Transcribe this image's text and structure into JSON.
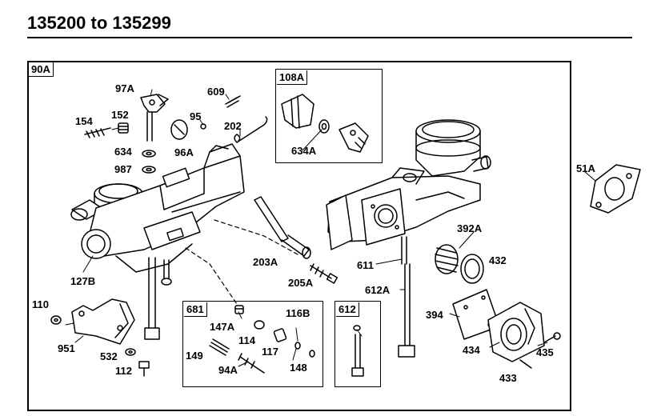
{
  "title": "135200 to 135299",
  "frame_label": "90A",
  "inset_boxes": {
    "b108a": "108A",
    "b681": "681",
    "b612": "612"
  },
  "parts": {
    "p97a": "97A",
    "p609": "609",
    "p154": "154",
    "p152": "152",
    "p95": "95",
    "p202": "202",
    "p634": "634",
    "p96a": "96A",
    "p987": "987",
    "p634a": "634A",
    "p51a": "51A",
    "p392a": "392A",
    "p432": "432",
    "p127b": "127B",
    "p203a": "203A",
    "p611": "611",
    "p205a": "205A",
    "p612a": "612A",
    "p110": "110",
    "p147a": "147A",
    "p116b": "116B",
    "p394": "394",
    "p951": "951",
    "p114": "114",
    "p117": "117",
    "p434": "434",
    "p435": "435",
    "p149": "149",
    "p532": "532",
    "p148": "148",
    "p94a": "94A",
    "p112": "112",
    "p433": "433"
  }
}
